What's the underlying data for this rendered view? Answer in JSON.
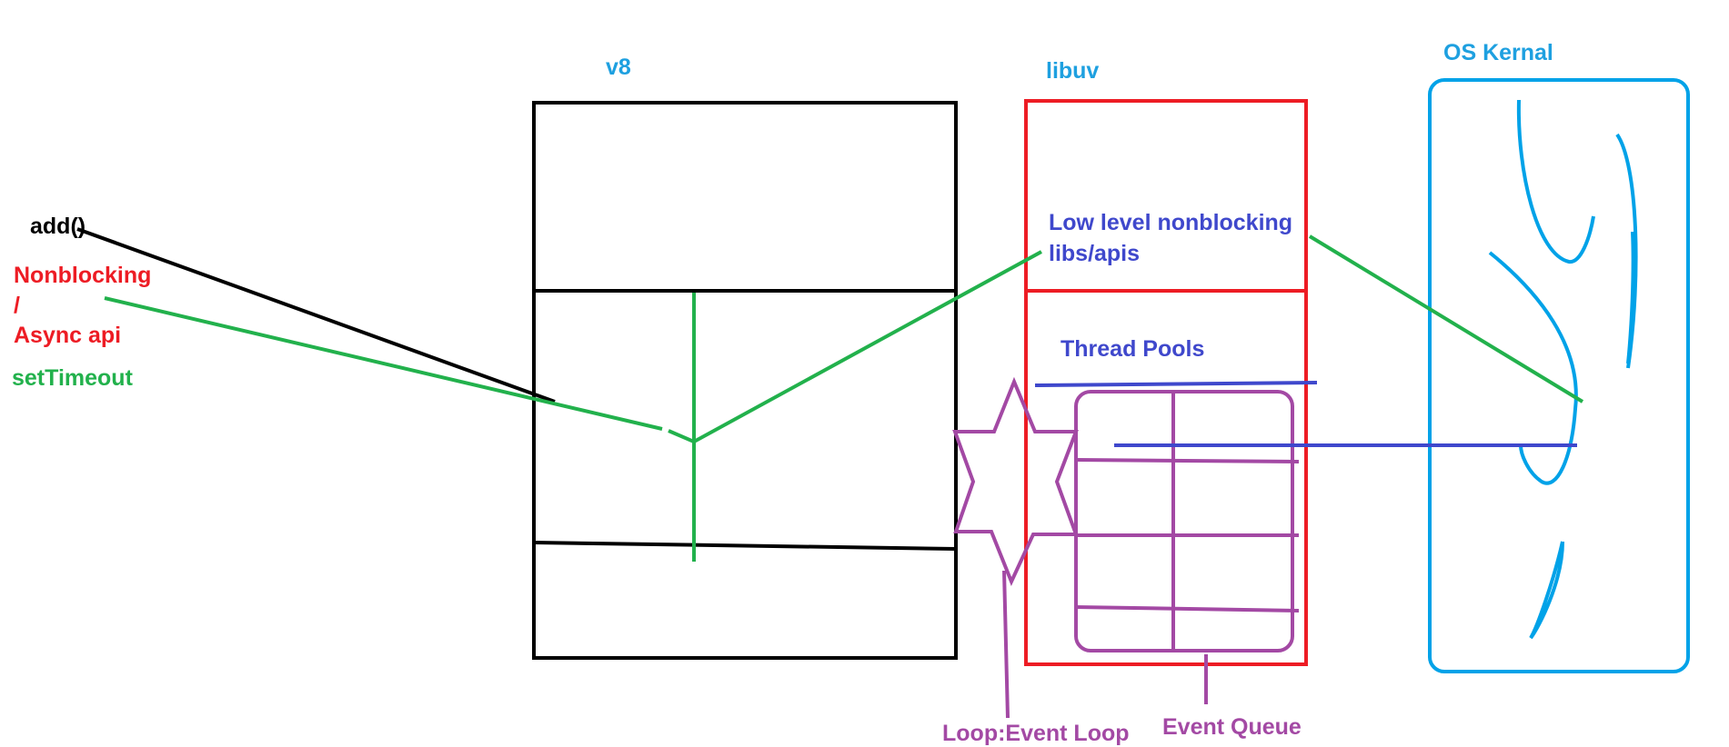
{
  "labels": {
    "v8": "v8",
    "libuv": "libuv",
    "os_kernal": "OS Kernal",
    "add_fn": "add()",
    "nonblocking": "Nonblocking",
    "slash": "/",
    "async_api": "Async api",
    "set_timeout": "setTimeout",
    "low_level_line1": "Low level nonblocking",
    "low_level_line2": "libs/apis",
    "thread_pools": "Thread Pools",
    "event_loop": "Loop:Event Loop",
    "event_queue": "Event Queue"
  },
  "colors": {
    "black": "#000000",
    "red": "#ed1c24",
    "green": "#22b14c",
    "blue": "#3f48cc",
    "purple": "#a349a4",
    "cyan": "#00a2e8",
    "label_cyan": "#1ea0e0"
  }
}
